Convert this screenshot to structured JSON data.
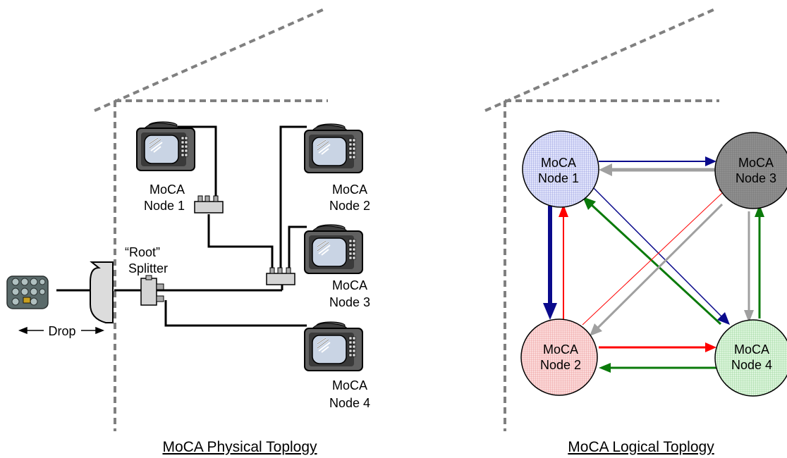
{
  "physical": {
    "title": "MoCA Physical Toplogy",
    "root_splitter": [
      "“Root”",
      "Splitter"
    ],
    "drop_label": "Drop",
    "nodes": [
      {
        "line1": "MoCA",
        "line2": "Node 1"
      },
      {
        "line1": "MoCA",
        "line2": "Node 2"
      },
      {
        "line1": "MoCA",
        "line2": "Node 3"
      },
      {
        "line1": "MoCA",
        "line2": "Node 4"
      }
    ]
  },
  "logical": {
    "title": "MoCA Logical Toplogy",
    "nodes": [
      {
        "line1": "MoCA",
        "line2": "Node 1",
        "color": "#0a0a8c",
        "fill": "#c8cdf2"
      },
      {
        "line1": "MoCA",
        "line2": "Node 2",
        "color": "#ff0000",
        "fill": "#f7c2c2"
      },
      {
        "line1": "MoCA",
        "line2": "Node 3",
        "color": "#a0a0a0",
        "fill": "#8a8a8a"
      },
      {
        "line1": "MoCA",
        "line2": "Node 4",
        "color": "#0a7a0a",
        "fill": "#c2eac2"
      }
    ]
  }
}
